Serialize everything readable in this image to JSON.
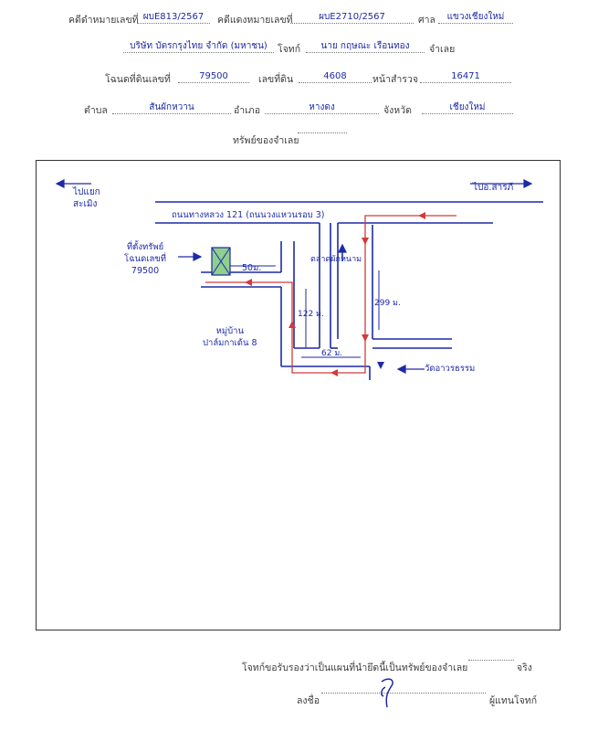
{
  "header": {
    "black_case_label": "คดีดำหมายเลขที่",
    "black_case_value": "ผบE813/2567",
    "red_case_label": "คดีแดงหมายเลขที่",
    "red_case_value": "ผบE2710/2567",
    "court_label": "ศาล",
    "court_value": "แขวงเชียงใหม่",
    "plaintiff": "บริษัท บัตรกรุงไทย จำกัด (มหาชน)",
    "plaintiff_label": "โจทก์",
    "defendant": "นาย กฤษณะ เรือนทอง",
    "defendant_label": "จำเลย",
    "deed_label": "โฉนดที่ดินเลขที่",
    "deed_value": "79500",
    "land_no_label": "เลขที่ดิน",
    "land_no_value": "4608",
    "survey_label": "หน้าสำรวจ",
    "survey_value": "16471",
    "subdistrict_label": "ตำบล",
    "subdistrict_value": "สันผักหวาน",
    "district_label": "อำเภอ",
    "district_value": "หางดง",
    "province_label": "จังหวัด",
    "province_value": "เชียงใหม่",
    "property_label": "ทรัพย์ของจำเลย"
  },
  "map": {
    "left_direction": "ไปแยก\nสะเมิง",
    "right_direction": "ไปอ.สารภี",
    "main_road": "ถนนทางหลวง 121 (ถนนวงแหวนรอบ 3)",
    "property_label": "ที่ตั้งทรัพย์\nโฉนดเลขที่\n79500",
    "dist_50": "50ม.",
    "dist_122": "122 ม.",
    "dist_299": "299 ม.",
    "dist_62": "62 ม.",
    "village_label": "หมู่บ้าน\nปาล์มกาเด้น 8",
    "market_label": "ตลาดผักหนาม",
    "temple_label": "วัดอาวรธรรม"
  },
  "footer": {
    "certify_text": "โจทก์ขอรับรองว่าเป็นแผนที่นำยึดนี้เป็นทรัพย์ของจำเลย",
    "true_word": "จริง",
    "sign_label": "ลงชื่อ",
    "attorney_label": "ผู้แทนโจทก์"
  },
  "colors": {
    "ink_blue": "#1d2aa6",
    "ink_red": "#d23a3a",
    "property_fill": "#8fcf8f"
  }
}
